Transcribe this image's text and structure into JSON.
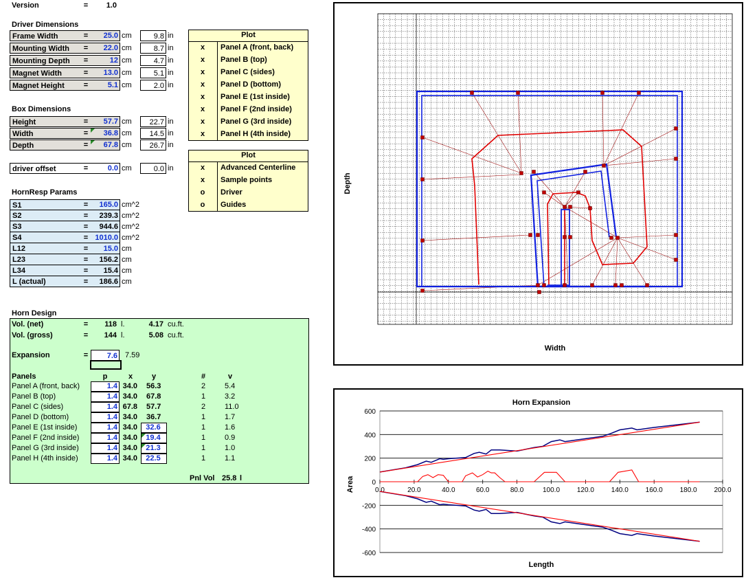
{
  "version": {
    "label": "Version",
    "eq": "=",
    "value": "1.0"
  },
  "driver": {
    "title": "Driver Dimensions",
    "rows": [
      {
        "label": "Frame Width",
        "value": "25.0",
        "unit": "cm",
        "inch": "9.8",
        "iunit": "in"
      },
      {
        "label": "Mounting Width",
        "value": "22.0",
        "unit": "cm",
        "inch": "8.7",
        "iunit": "in"
      },
      {
        "label": "Mounting Depth",
        "value": "12",
        "unit": "cm",
        "inch": "4.7",
        "iunit": "in"
      },
      {
        "label": "Magnet Width",
        "value": "13.0",
        "unit": "cm",
        "inch": "5.1",
        "iunit": "in"
      },
      {
        "label": "Magnet Height",
        "value": "5.1",
        "unit": "cm",
        "inch": "2.0",
        "iunit": "in"
      }
    ]
  },
  "box": {
    "title": "Box Dimensions",
    "rows": [
      {
        "label": "Height",
        "value": "57.7",
        "unit": "cm",
        "inch": "22.7",
        "iunit": "in"
      },
      {
        "label": "Width",
        "value": "36.8",
        "unit": "cm",
        "inch": "14.5",
        "iunit": "in"
      },
      {
        "label": "Depth",
        "value": "67.8",
        "unit": "cm",
        "inch": "26.7",
        "iunit": "in"
      }
    ]
  },
  "offset": {
    "label": "driver offset",
    "value": "0.0",
    "unit": "cm",
    "inch": "0.0",
    "iunit": "in"
  },
  "hornresp": {
    "title": "HornResp Params",
    "rows": [
      {
        "label": "S1",
        "value": "165.0",
        "unit": "cm^2",
        "blue": true
      },
      {
        "label": "S2",
        "value": "239.3",
        "unit": "cm^2",
        "blue": false
      },
      {
        "label": "S3",
        "value": "944.6",
        "unit": "cm^2",
        "blue": false
      },
      {
        "label": "S4",
        "value": "1010.0",
        "unit": "cm^2",
        "blue": true
      },
      {
        "label": "L12",
        "value": "15.0",
        "unit": "cm",
        "blue": true
      },
      {
        "label": "L23",
        "value": "156.2",
        "unit": "cm",
        "blue": false
      },
      {
        "label": "L34",
        "value": "15.4",
        "unit": "cm",
        "blue": false
      },
      {
        "label": "L (actual)",
        "value": "186.6",
        "unit": "cm",
        "blue": false
      }
    ]
  },
  "plot1": {
    "header": "Plot",
    "rows": [
      {
        "flag": "x",
        "label": "Panel A (front, back)"
      },
      {
        "flag": "x",
        "label": "Panel B (top)"
      },
      {
        "flag": "x",
        "label": "Panel C (sides)"
      },
      {
        "flag": "x",
        "label": "Panel D (bottom)"
      },
      {
        "flag": "x",
        "label": "Panel E (1st inside)"
      },
      {
        "flag": "x",
        "label": "Panel F (2nd inside)"
      },
      {
        "flag": "x",
        "label": "Panel G (3rd inside)"
      },
      {
        "flag": "x",
        "label": "Panel H (4th inside)"
      }
    ]
  },
  "plot2": {
    "header": "Plot",
    "rows": [
      {
        "flag": "x",
        "label": "Advanced Centerline"
      },
      {
        "flag": "x",
        "label": "Sample points"
      },
      {
        "flag": "o",
        "label": "Driver"
      },
      {
        "flag": "o",
        "label": "Guides"
      }
    ]
  },
  "horn": {
    "title": "Horn Design",
    "vol_net": {
      "label": "Vol. (net)",
      "eq": "=",
      "value": "118",
      "unit": "l.",
      "cuft": "4.17",
      "cuunit": "cu.ft."
    },
    "vol_gross": {
      "label": "Vol. (gross)",
      "eq": "=",
      "value": "144",
      "unit": "l.",
      "cuft": "5.08",
      "cuunit": "cu.ft."
    },
    "expansion": {
      "label": "Expansion",
      "eq": "=",
      "value": "7.6",
      "calc": "7.59"
    },
    "cols": {
      "panels": "Panels",
      "p": "p",
      "x": "x",
      "y": "y",
      "n": "#",
      "v": "v"
    },
    "rows": [
      {
        "label": "Panel A (front, back)",
        "p": "1.4",
        "x": "34.0",
        "y": "56.3",
        "yboxed": false,
        "n": "2",
        "v": "5.4"
      },
      {
        "label": "Panel B (top)",
        "p": "1.4",
        "x": "34.0",
        "y": "67.8",
        "yboxed": false,
        "n": "1",
        "v": "3.2"
      },
      {
        "label": "Panel C (sides)",
        "p": "1.4",
        "x": "67.8",
        "y": "57.7",
        "yboxed": false,
        "n": "2",
        "v": "11.0"
      },
      {
        "label": "Panel D (bottom)",
        "p": "1.4",
        "x": "34.0",
        "y": "36.7",
        "yboxed": false,
        "n": "1",
        "v": "1.7"
      },
      {
        "label": "Panel E (1st inside)",
        "p": "1.4",
        "x": "34.0",
        "y": "32.6",
        "yboxed": true,
        "n": "1",
        "v": "1.6"
      },
      {
        "label": "Panel F (2nd inside)",
        "p": "1.4",
        "x": "34.0",
        "y": "19.4",
        "yboxed": true,
        "n": "1",
        "v": "0.9"
      },
      {
        "label": "Panel G (3rd inside)",
        "p": "1.4",
        "x": "34.0",
        "y": "21.3",
        "yboxed": true,
        "n": "1",
        "v": "1.0"
      },
      {
        "label": "Panel H (4th inside)",
        "p": "1.4",
        "x": "34.0",
        "y": "22.5",
        "yboxed": true,
        "n": "1",
        "v": "1.1"
      }
    ],
    "pnlvol": {
      "label": "Pnl Vol",
      "value": "25.8",
      "unit": "l"
    }
  },
  "layout_chart": {
    "xlabel": "Width",
    "ylabel": "Depth"
  },
  "chart_data": {
    "type": "line",
    "title": "Horn Expansion",
    "xlabel": "Length",
    "ylabel": "Area",
    "xlim": [
      0,
      200
    ],
    "ylim": [
      -600,
      600
    ],
    "xticks": [
      "0.0",
      "20.0",
      "40.0",
      "60.0",
      "80.0",
      "100.0",
      "120.0",
      "140.0",
      "160.0",
      "180.0",
      "200.0"
    ],
    "yticks": [
      "600",
      "400",
      "200",
      "0",
      "-200",
      "-400",
      "-600"
    ],
    "grid": "horizontal",
    "series": [
      {
        "color": "#000080",
        "x": [
          0,
          15,
          22,
          27,
          30,
          35,
          37,
          40,
          50,
          55,
          58,
          62,
          65,
          70,
          80,
          90,
          95,
          100,
          105,
          108,
          115,
          130,
          135,
          140,
          147,
          150,
          160,
          186.6
        ],
        "y": [
          82,
          118,
          145,
          175,
          165,
          195,
          190,
          195,
          205,
          240,
          250,
          235,
          270,
          270,
          260,
          290,
          300,
          340,
          355,
          340,
          355,
          385,
          410,
          440,
          455,
          440,
          460,
          505
        ]
      },
      {
        "color": "#000080",
        "x": [
          0,
          15,
          22,
          27,
          30,
          35,
          37,
          40,
          50,
          55,
          58,
          62,
          65,
          70,
          80,
          90,
          95,
          100,
          105,
          108,
          115,
          130,
          135,
          140,
          147,
          150,
          160,
          186.6
        ],
        "y": [
          -82,
          -118,
          -145,
          -175,
          -165,
          -195,
          -190,
          -195,
          -205,
          -240,
          -250,
          -235,
          -270,
          -270,
          -260,
          -290,
          -300,
          -340,
          -355,
          -340,
          -355,
          -385,
          -410,
          -440,
          -455,
          -440,
          -460,
          -505
        ]
      },
      {
        "color": "#ff0000",
        "x": [
          0,
          186.6
        ],
        "y": [
          82,
          505
        ]
      },
      {
        "color": "#ff0000",
        "x": [
          0,
          186.6
        ],
        "y": [
          -82,
          -505
        ]
      },
      {
        "color": "#ff0000",
        "x": [
          0,
          22,
          25,
          28,
          31,
          34,
          37,
          40,
          48,
          50,
          54,
          57,
          60,
          63,
          65,
          67,
          70,
          73,
          90,
          96,
          103,
          108,
          130,
          134,
          139,
          147,
          151,
          186.6
        ],
        "y": [
          0,
          0,
          45,
          60,
          35,
          60,
          55,
          0,
          0,
          50,
          75,
          40,
          60,
          90,
          75,
          75,
          35,
          0,
          0,
          80,
          80,
          0,
          0,
          0,
          80,
          100,
          0,
          0
        ]
      }
    ]
  }
}
